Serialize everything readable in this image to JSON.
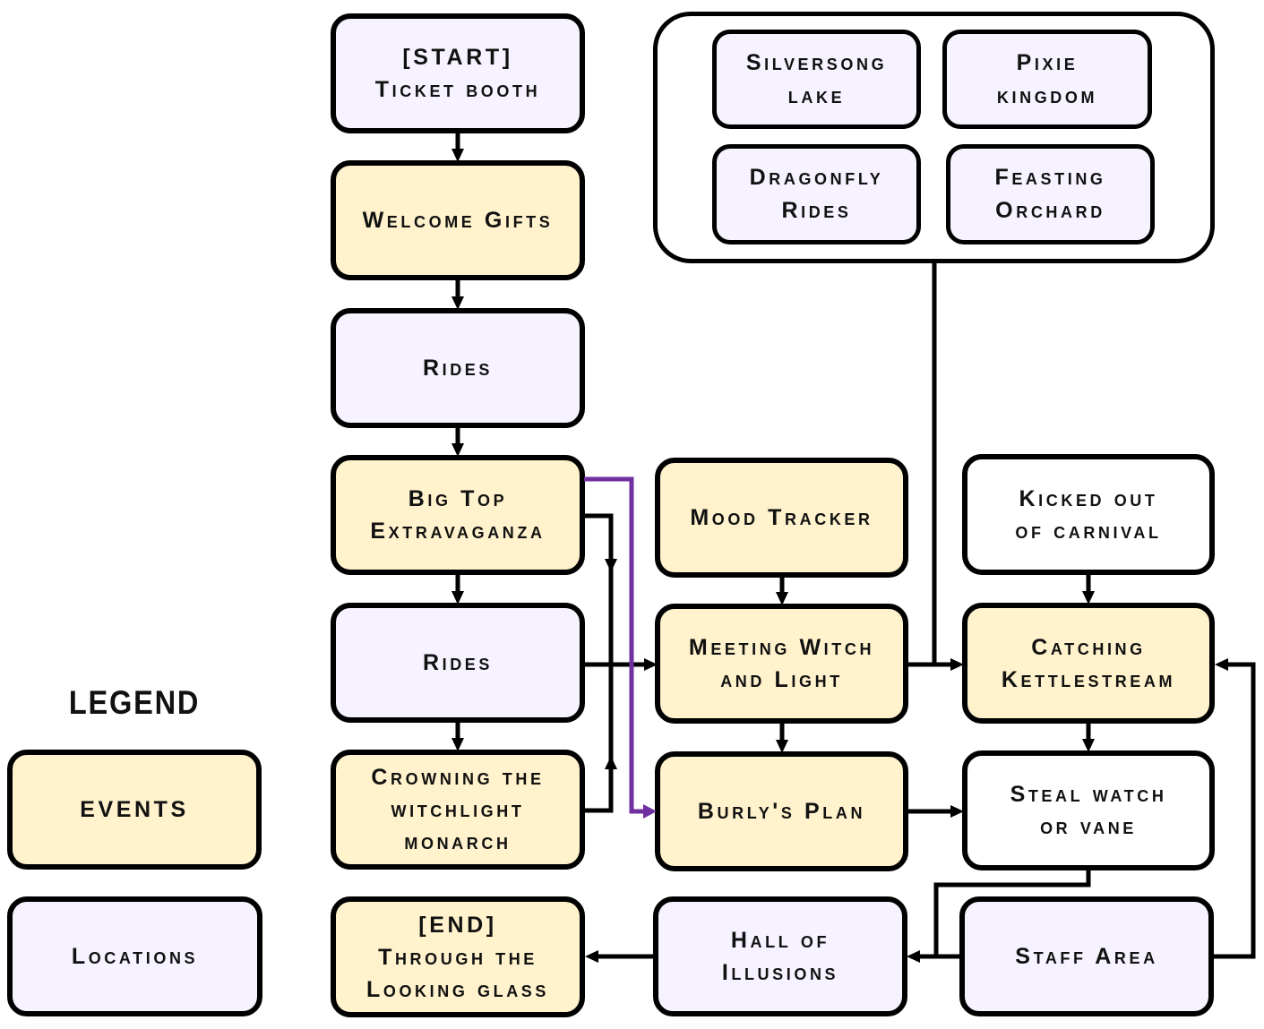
{
  "colors": {
    "event": "#FFF2CC",
    "location": "#F7F2FF",
    "outcome": "#FFFFFF",
    "stroke": "#000000",
    "alternate_path": "#7030A0"
  },
  "legend": {
    "title": "LEGEND",
    "events": "EVENTS",
    "locations": "Locations"
  },
  "group": {
    "items": [
      {
        "kind": "location",
        "lines": [
          "Silversong",
          "lake"
        ]
      },
      {
        "kind": "location",
        "lines": [
          "Pixie",
          "kingdom"
        ]
      },
      {
        "kind": "location",
        "lines": [
          "Dragonfly",
          "Rides"
        ]
      },
      {
        "kind": "location",
        "lines": [
          "Feasting",
          "Orchard"
        ]
      }
    ]
  },
  "nodes": {
    "ticket_booth": {
      "kind": "location",
      "lines": [
        "[START]",
        "Ticket booth"
      ]
    },
    "welcome_gifts": {
      "kind": "event",
      "lines": [
        "Welcome Gifts"
      ]
    },
    "rides_1": {
      "kind": "location",
      "lines": [
        "Rides"
      ]
    },
    "big_top": {
      "kind": "event",
      "lines": [
        "Big Top",
        "Extravaganza"
      ]
    },
    "rides_2": {
      "kind": "location",
      "lines": [
        "Rides"
      ]
    },
    "crowning": {
      "kind": "event",
      "lines": [
        "Crowning the",
        "witchlight",
        "monarch"
      ]
    },
    "end": {
      "kind": "event",
      "lines": [
        "[END]",
        "Through the",
        "Looking glass"
      ]
    },
    "mood_tracker": {
      "kind": "event",
      "lines": [
        "Mood Tracker"
      ]
    },
    "meeting_witch": {
      "kind": "event",
      "lines": [
        "Meeting Witch",
        "and Light"
      ]
    },
    "burlys_plan": {
      "kind": "event",
      "lines": [
        "Burly's Plan"
      ]
    },
    "hall_of_illusions": {
      "kind": "location",
      "lines": [
        "Hall of",
        "Illusions"
      ]
    },
    "kicked_out": {
      "kind": "outcome",
      "lines": [
        "Kicked out",
        "of carnival"
      ]
    },
    "catching_kettlestream": {
      "kind": "event",
      "lines": [
        "Catching",
        "Kettlestream"
      ]
    },
    "steal_watch": {
      "kind": "outcome",
      "lines": [
        "Steal watch",
        "or vane"
      ]
    },
    "staff_area": {
      "kind": "location",
      "lines": [
        "Staff Area"
      ]
    }
  },
  "connectors": [
    {
      "from": "ticket_booth",
      "to": "welcome_gifts"
    },
    {
      "from": "welcome_gifts",
      "to": "rides_1"
    },
    {
      "from": "rides_1",
      "to": "big_top"
    },
    {
      "from": "big_top",
      "to": "rides_2"
    },
    {
      "from": "rides_2",
      "to": "crowning"
    },
    {
      "from": "rides_2",
      "to": "meeting_witch"
    },
    {
      "from": "big_top",
      "to": "meeting_witch"
    },
    {
      "from": "crowning",
      "to": "meeting_witch"
    },
    {
      "from": "big_top",
      "to": "burlys_plan",
      "style": "alternate"
    },
    {
      "from": "mood_tracker",
      "to": "meeting_witch"
    },
    {
      "from": "meeting_witch",
      "to": "burlys_plan"
    },
    {
      "from": "meeting_witch",
      "to": "catching_kettlestream"
    },
    {
      "from": "group",
      "to": "catching_kettlestream"
    },
    {
      "from": "kicked_out",
      "to": "catching_kettlestream"
    },
    {
      "from": "catching_kettlestream",
      "to": "steal_watch"
    },
    {
      "from": "burlys_plan",
      "to": "steal_watch"
    },
    {
      "from": "steal_watch",
      "to": "hall_of_illusions"
    },
    {
      "from": "staff_area",
      "to": "hall_of_illusions"
    },
    {
      "from": "staff_area",
      "to": "catching_kettlestream"
    },
    {
      "from": "hall_of_illusions",
      "to": "end"
    }
  ]
}
